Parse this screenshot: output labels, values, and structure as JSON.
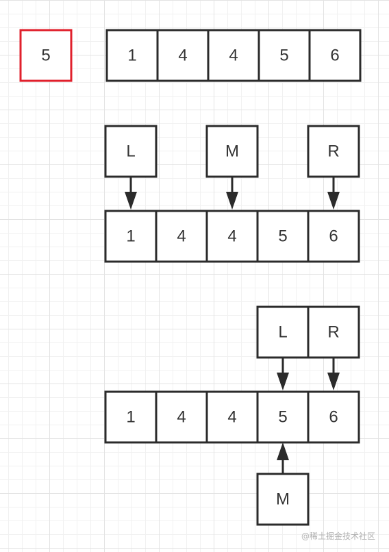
{
  "target": "5",
  "arrays": [
    {
      "values": [
        "1",
        "4",
        "4",
        "5",
        "6"
      ],
      "pointers_top": [],
      "pointers_bottom": []
    },
    {
      "values": [
        "1",
        "4",
        "4",
        "5",
        "6"
      ],
      "pointers_top": [
        {
          "label": "L",
          "index": 0
        },
        {
          "label": "M",
          "index": 2
        },
        {
          "label": "R",
          "index": 4
        }
      ],
      "pointers_bottom": []
    },
    {
      "values": [
        "1",
        "4",
        "4",
        "5",
        "6"
      ],
      "pointers_top": [
        {
          "label": "L",
          "index": 3
        },
        {
          "label": "R",
          "index": 4
        }
      ],
      "pointers_bottom": [
        {
          "label": "M",
          "index": 3
        }
      ]
    }
  ],
  "colors": {
    "target_border": "#e0202c",
    "box_border": "#2b2b2b",
    "text": "#333333"
  },
  "watermark": "@稀土掘金技术社区"
}
